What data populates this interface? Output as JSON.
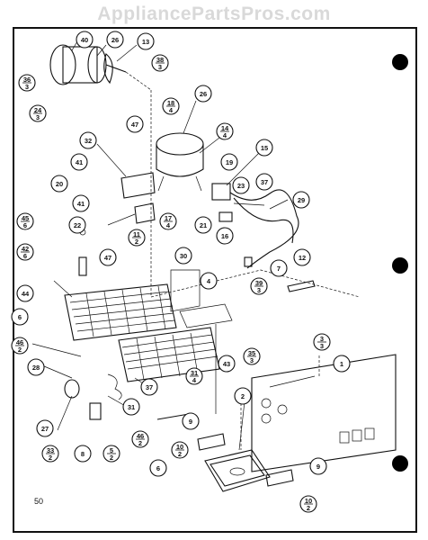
{
  "watermark": "AppliancePartsPros.com",
  "page_number": "50",
  "callouts": [
    {
      "id": "c40",
      "label": "40"
    },
    {
      "id": "c26a",
      "label": "26"
    },
    {
      "id": "c13",
      "label": "13"
    },
    {
      "id": "c36",
      "label": "36",
      "sub": "3"
    },
    {
      "id": "c38",
      "label": "38",
      "sub": "3"
    },
    {
      "id": "c24",
      "label": "24",
      "sub": "3"
    },
    {
      "id": "c18",
      "label": "18",
      "sub": "4"
    },
    {
      "id": "c26b",
      "label": "26"
    },
    {
      "id": "c47a",
      "label": "47"
    },
    {
      "id": "c32",
      "label": "32"
    },
    {
      "id": "c14",
      "label": "14",
      "sub": "4"
    },
    {
      "id": "c15",
      "label": "15"
    },
    {
      "id": "c19",
      "label": "19"
    },
    {
      "id": "c41a",
      "label": "41"
    },
    {
      "id": "c20",
      "label": "20"
    },
    {
      "id": "c41b",
      "label": "41"
    },
    {
      "id": "c23",
      "label": "23"
    },
    {
      "id": "c37a",
      "label": "37"
    },
    {
      "id": "c29",
      "label": "29"
    },
    {
      "id": "c22",
      "label": "22"
    },
    {
      "id": "c17",
      "label": "17",
      "sub": "4"
    },
    {
      "id": "c21",
      "label": "21"
    },
    {
      "id": "c16",
      "label": "16"
    },
    {
      "id": "c45",
      "label": "45",
      "sub": "6"
    },
    {
      "id": "c11",
      "label": "11",
      "sub": "2"
    },
    {
      "id": "c42",
      "label": "42",
      "sub": "6"
    },
    {
      "id": "c47b",
      "label": "47"
    },
    {
      "id": "c30",
      "label": "30"
    },
    {
      "id": "c4",
      "label": "4"
    },
    {
      "id": "c7",
      "label": "7"
    },
    {
      "id": "c12",
      "label": "12"
    },
    {
      "id": "c39",
      "label": "39",
      "sub": "3"
    },
    {
      "id": "c44",
      "label": "44"
    },
    {
      "id": "c6a",
      "label": "6"
    },
    {
      "id": "c3",
      "label": "3",
      "sub": "3"
    },
    {
      "id": "c46",
      "label": "46",
      "sub": "2"
    },
    {
      "id": "c35",
      "label": "35",
      "sub": "3"
    },
    {
      "id": "c1",
      "label": "1"
    },
    {
      "id": "c28",
      "label": "28"
    },
    {
      "id": "c31a",
      "label": "31",
      "sub": "4"
    },
    {
      "id": "c43",
      "label": "43"
    },
    {
      "id": "c37b",
      "label": "37"
    },
    {
      "id": "c31b",
      "label": "31"
    },
    {
      "id": "c2",
      "label": "2"
    },
    {
      "id": "c27",
      "label": "27"
    },
    {
      "id": "c46b",
      "label": "46",
      "sub": "2"
    },
    {
      "id": "c9a",
      "label": "9"
    },
    {
      "id": "c33",
      "label": "33",
      "sub": "2"
    },
    {
      "id": "c8",
      "label": "8"
    },
    {
      "id": "c5",
      "label": "5",
      "sub": "2"
    },
    {
      "id": "c10a",
      "label": "10",
      "sub": "2"
    },
    {
      "id": "c6b",
      "label": "6"
    },
    {
      "id": "c9b",
      "label": "9"
    },
    {
      "id": "c10b",
      "label": "10",
      "sub": "2"
    }
  ]
}
